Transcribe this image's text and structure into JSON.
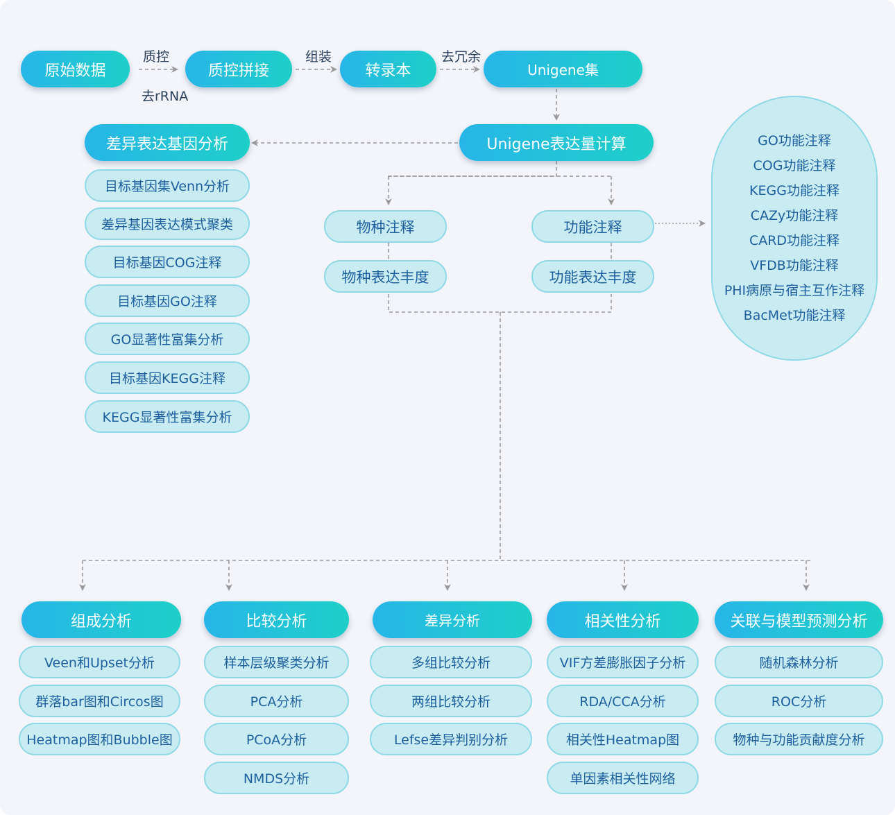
{
  "pipeline": {
    "raw_data": "原始数据",
    "qc_label_top": "质控",
    "qc_label_bottom": "去rRNA",
    "qc_assembly": "质控拼接",
    "assembly_label": "组装",
    "transcript": "转录本",
    "dedup_label": "去冗余",
    "unigene_set": "Unigene集",
    "expression_calc": "Unigene表达量计算"
  },
  "deg": {
    "title": "差异表达基因分析",
    "items": [
      "目标基因集Venn分析",
      "差异基因表达模式聚类",
      "目标基因COG注释",
      "目标基因GO注释",
      "GO显著性富集分析",
      "目标基因KEGG注释",
      "KEGG显著性富集分析"
    ]
  },
  "species": {
    "annotation": "物种注释",
    "abundance": "物种表达丰度"
  },
  "function": {
    "annotation": "功能注释",
    "abundance": "功能表达丰度",
    "databases": [
      "GO功能注释",
      "COG功能注释",
      "KEGG功能注释",
      "CAZy功能注释",
      "CARD功能注释",
      "VFDB功能注释",
      "PHI病原与宿主互作注释",
      "BacMet功能注释"
    ]
  },
  "analyses": {
    "composition": {
      "title": "组成分析",
      "items": [
        "Veen和Upset分析",
        "群落bar图和Circos图",
        "Heatmap图和Bubble图"
      ]
    },
    "comparison": {
      "title": "比较分析",
      "items": [
        "样本层级聚类分析",
        "PCA分析",
        "PCoA分析",
        "NMDS分析"
      ]
    },
    "difference": {
      "title": "差异分析",
      "items": [
        "多组比较分析",
        "两组比较分析",
        "Lefse差异判别分析"
      ]
    },
    "correlation": {
      "title": "相关性分析",
      "items": [
        "VIF方差膨胀因子分析",
        "RDA/CCA分析",
        "相关性Heatmap图",
        "单因素相关性网络"
      ]
    },
    "association": {
      "title": "关联与模型预测分析",
      "items": [
        "随机森林分析",
        "ROC分析",
        "物种与功能贡献度分析"
      ]
    }
  },
  "colors": {
    "gradient_start": "#27b6e8",
    "gradient_end": "#1ecfc8",
    "pill_fill": "#c9ecf3",
    "pill_border": "#8fd9e6",
    "pill_text": "#1d5f9e",
    "connector": "#9a9a9a"
  }
}
